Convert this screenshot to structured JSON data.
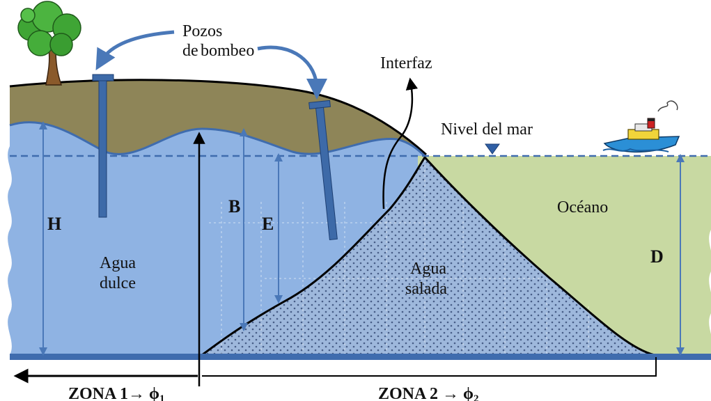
{
  "labels": {
    "pumping_wells_line1": "Pozos",
    "pumping_wells_line2_prefix": "de",
    "pumping_wells_line2": "bombeo",
    "interface": "Interfaz",
    "sea_level": "Nivel del mar",
    "ocean": "Océano",
    "fresh_water_line1": "Agua",
    "fresh_water_line2": "dulce",
    "salt_water_line1": "Agua",
    "salt_water_line2": "salada",
    "H": "H",
    "B": "B",
    "E": "E",
    "D": "D",
    "zone1": "ZONA 1→ ϕ",
    "zone1_sub": "1",
    "zone2": "ZONA 2 → ϕ",
    "zone2_sub": "2"
  },
  "colors": {
    "fresh_water": "#8fb3e3",
    "ocean": "#c8d9a2",
    "soil": "#8e8558",
    "well": "#3d6aa8",
    "line": "#3f6cae",
    "boundary": "#000000"
  }
}
